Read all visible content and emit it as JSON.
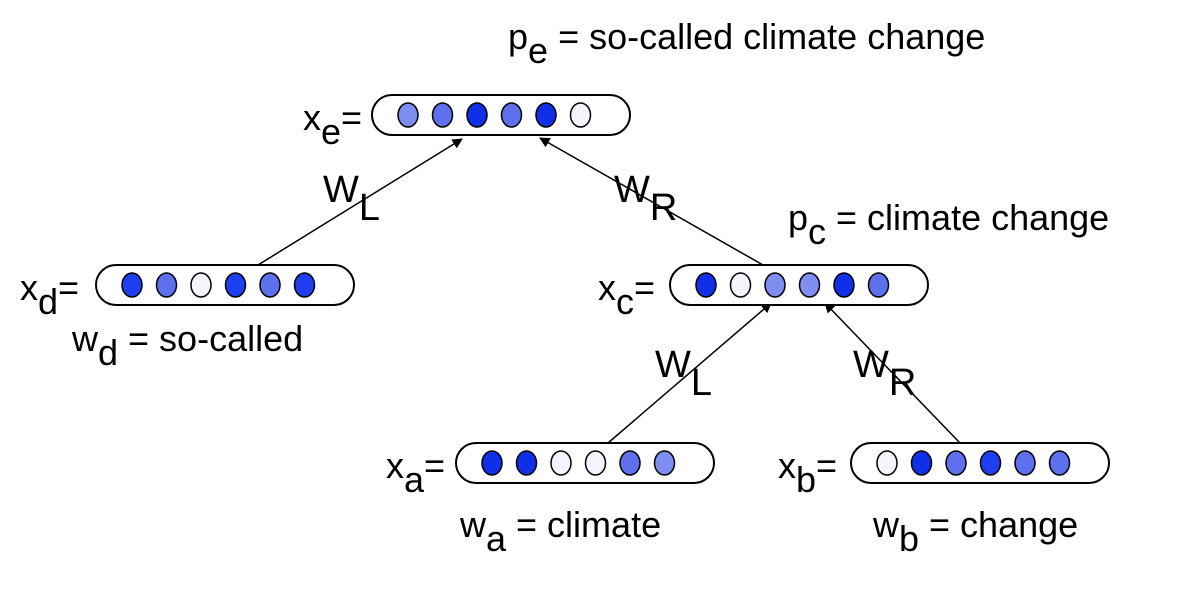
{
  "palette": {
    "0": "#f4f5fc",
    "1": "#7f8ef0",
    "2": "#5f70ee",
    "3": "#1e3ff0",
    "4": "#0f2fe9"
  },
  "nodes": {
    "e": {
      "var": "x",
      "sub": "e",
      "eq": "=",
      "levels": [
        1,
        2,
        4,
        2,
        4,
        0
      ],
      "phrase": {
        "var": "p",
        "sub": "e",
        "text": " = so-called climate change"
      }
    },
    "d": {
      "var": "x",
      "sub": "d",
      "eq": "=",
      "levels": [
        3,
        2,
        0,
        3,
        2,
        3
      ],
      "phrase": {
        "var": "w",
        "sub": "d",
        "text": " = so-called"
      }
    },
    "c": {
      "var": "x",
      "sub": "c",
      "eq": "=",
      "levels": [
        4,
        0,
        1,
        1,
        4,
        2
      ],
      "phrase": {
        "var": "p",
        "sub": "c",
        "text": " = climate change"
      }
    },
    "a": {
      "var": "x",
      "sub": "a",
      "eq": "=",
      "levels": [
        4,
        4,
        0,
        0,
        2,
        1
      ],
      "phrase": {
        "var": "w",
        "sub": "a",
        "text": " = climate"
      }
    },
    "b": {
      "var": "x",
      "sub": "b",
      "eq": "=",
      "levels": [
        0,
        4,
        2,
        3,
        2,
        2
      ],
      "phrase": {
        "var": "w",
        "sub": "b",
        "text": " = change"
      }
    }
  },
  "edges": {
    "de": {
      "var": "W",
      "sub": "L"
    },
    "ce": {
      "var": "W",
      "sub": "R"
    },
    "ac": {
      "var": "W",
      "sub": "L"
    },
    "bc": {
      "var": "W",
      "sub": "R"
    }
  }
}
